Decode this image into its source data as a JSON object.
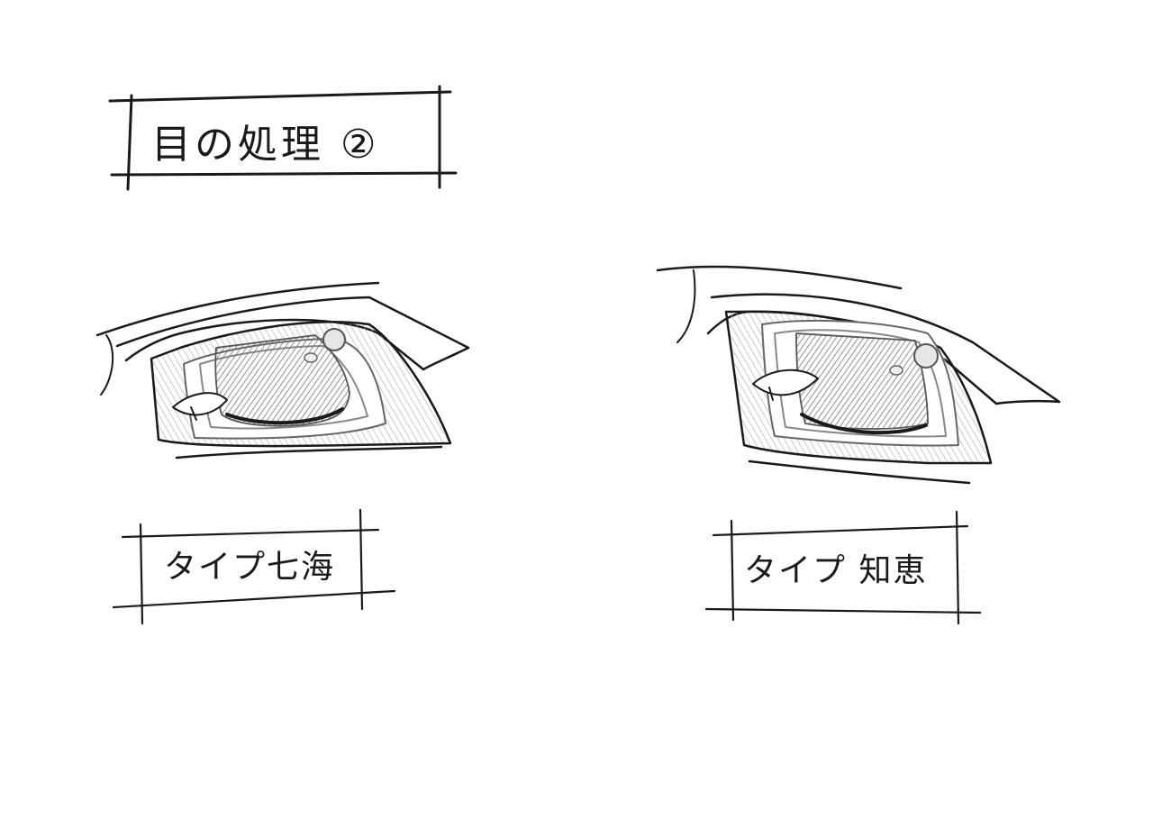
{
  "title": "目の処理 ②",
  "captions": {
    "left": "タイプ七海",
    "right": "タイプ 知恵"
  },
  "colors": {
    "paper": "#ffffff",
    "ink": "#1a1a1a",
    "shade": "#8a8a8a",
    "highlight": "#e6e6e6"
  }
}
